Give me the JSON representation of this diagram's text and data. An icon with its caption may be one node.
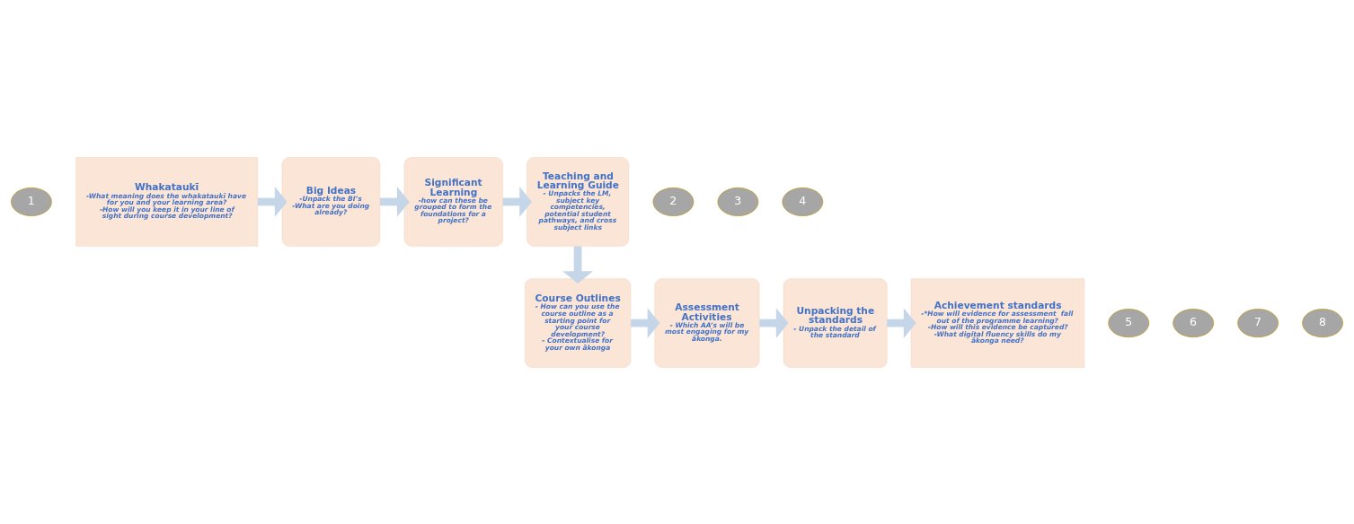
{
  "diagram": {
    "nodes": [
      {
        "text": [
          "1"
        ]
      },
      {
        "text": [
          "Whakataukī",
          "-What meaning does the whakataukī have for you and your learning area?",
          "-How will you keep it in your line of sight during course development?"
        ]
      },
      {
        "text": [
          "2"
        ]
      },
      {
        "text": [
          "Big Ideas",
          "-Unpack the BI’s",
          "-What are you doing already?"
        ]
      },
      {
        "text": [
          "3"
        ]
      },
      {
        "text": [
          "Significant Learning",
          "-how can these be grouped to form the foundations for a project?"
        ]
      },
      {
        "text": [
          "4"
        ]
      },
      {
        "text": [
          "Teaching and Learning Guide",
          "- Unpacks the LM, subject key competencies, potential student pathways, and cross subject links"
        ]
      },
      {
        "text": [
          "5"
        ]
      },
      {
        "text": [
          "Course Outlines",
          "- How can you use the course outline as a starting point for your course development?",
          "- Contextualise for your own ākonga"
        ]
      },
      {
        "text": [
          "6"
        ]
      },
      {
        "text": [
          "Assessment Activities",
          "- Which AA’s will be most engaging for my ākonga."
        ]
      },
      {
        "text": [
          "7"
        ]
      },
      {
        "text": [
          "Unpacking the standards",
          "- Unpack the detail of the standard"
        ]
      },
      {
        "text": [
          "8"
        ]
      },
      {
        "text": [
          "Achievement standards",
          "-*How will evidence for assessment  fall out of the programme learning?",
          "-How will this evidence be captured?",
          "-What digital fluency skills do my ākonga need?"
        ]
      }
    ],
    "edges": [
      {
        "from": 1,
        "to": 3,
        "arrow": "to"
      },
      {
        "from": 3,
        "to": 5,
        "arrow": "to"
      },
      {
        "from": 5,
        "to": 7,
        "arrow": "to"
      },
      {
        "from": 7,
        "to": 9,
        "arrow": "to"
      },
      {
        "from": 9,
        "to": 11,
        "arrow": "to"
      },
      {
        "from": 11,
        "to": 13,
        "arrow": "to"
      },
      {
        "from": 13,
        "to": 15,
        "arrow": "to"
      }
    ]
  }
}
